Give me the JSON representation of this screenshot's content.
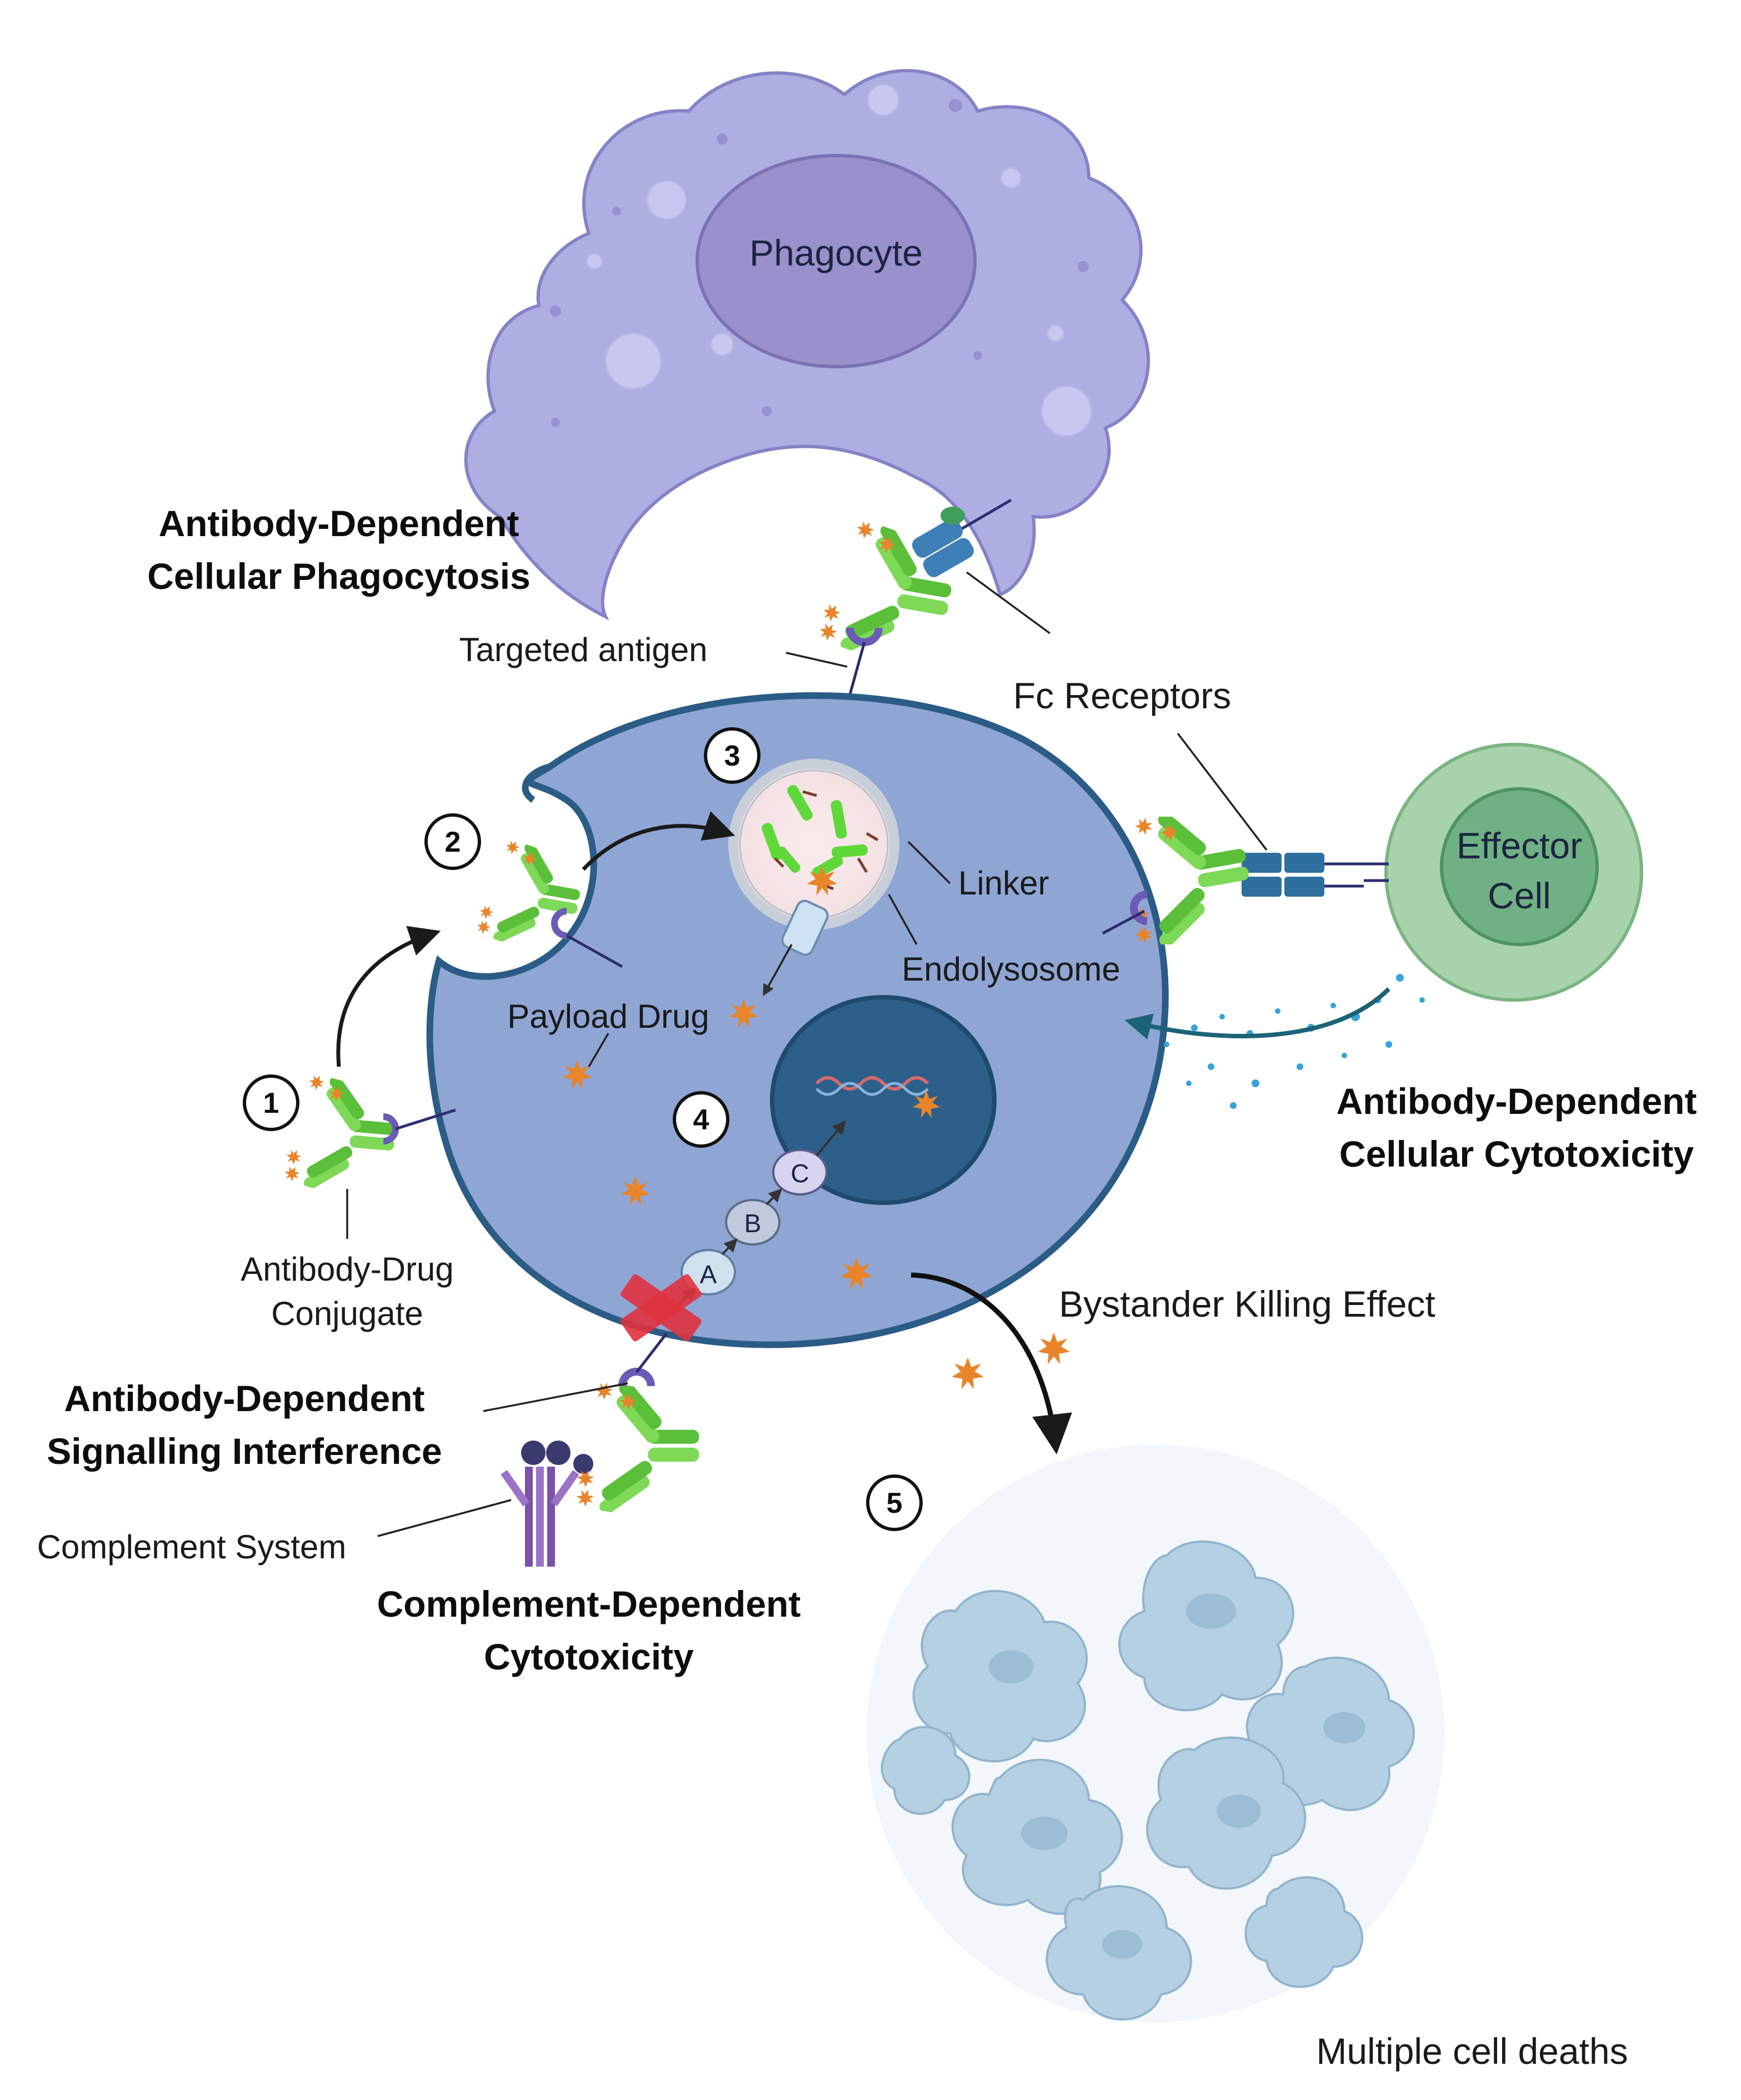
{
  "cells": {
    "phagocyte": "Phagocyte",
    "effector": [
      "Effector",
      "Cell"
    ]
  },
  "labels": {
    "adcp": [
      "Antibody-Dependent",
      "Cellular Phagocytosis"
    ],
    "adcc": [
      "Antibody-Dependent",
      "Cellular Cytotoxicity"
    ],
    "adsi": [
      "Antibody-Dependent",
      "Signalling Interference"
    ],
    "cdc": [
      "Complement-Dependent",
      "Cytotoxicity"
    ],
    "targeted_antigen": "Targeted antigen",
    "fc_receptors": "Fc Receptors",
    "linker": "Linker",
    "endolysosome": "Endolysosome",
    "payload_drug": "Payload Drug",
    "adc": [
      "Antibody-Drug",
      "Conjugate"
    ],
    "bystander": "Bystander Killing Effect",
    "complement_system": "Complement System",
    "multiple_deaths": "Multiple cell deaths"
  },
  "steps": [
    "1",
    "2",
    "3",
    "4",
    "5"
  ],
  "pathway": [
    "A",
    "B",
    "C"
  ],
  "colors": {
    "tumor_cell": "#8fa6d4",
    "tumor_outline": "#2b5c86",
    "nucleus": "#2c5f8a",
    "phagocyte": "#aeaee3",
    "phagocyte_nucleus": "#9990cc",
    "effector_outer": "#a7d2ab",
    "effector_inner": "#6fb184",
    "antibody": "#7ed957",
    "payload": "#e8842a",
    "antigen": "#6a5bb5",
    "fc_receptor": "#2e6f9e",
    "block_x": "#e0323e",
    "dead_cells": "#a9c8dd"
  }
}
